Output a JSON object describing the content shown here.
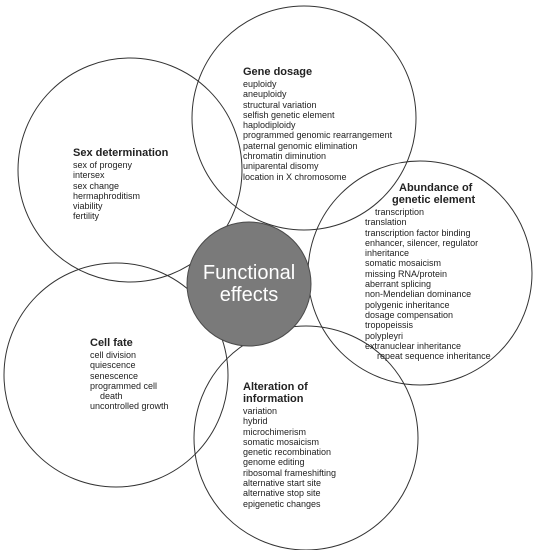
{
  "center": {
    "line1": "Functional",
    "line2": "effects"
  },
  "gene_dosage": {
    "title": "Gene dosage",
    "items": [
      "euploidy",
      "aneuploidy",
      "structural variation",
      "selfish genetic element",
      "haplodiploidy",
      "programmed genomic rearrangement",
      "paternal genomic elimination",
      "chromatin diminution",
      "uniparental disomy",
      "location in X chromosome"
    ]
  },
  "sex_determination": {
    "title": "Sex determination",
    "items": [
      "sex of progeny",
      "intersex",
      "sex change",
      "hermaphroditism",
      "viability",
      "fertility"
    ]
  },
  "abundance": {
    "title_line1": "Abundance of",
    "title_line2": "genetic element",
    "items": [
      "transcription",
      "translation",
      "transcription factor binding",
      "enhancer, silencer, regulator",
      "inheritance",
      "somatic mosaicism",
      "missing RNA/protein",
      "aberrant splicing",
      "non-Mendelian dominance",
      "polygenic inheritance",
      "dosage compensation",
      "tropopeissis",
      "polypleyri",
      "extranuclear inheritance",
      "repeat sequence inheritance"
    ]
  },
  "cell_fate": {
    "title": "Cell fate",
    "items": [
      "cell division",
      "quiescence",
      "senescence",
      "programmed cell",
      "death",
      "uncontrolled growth"
    ]
  },
  "alteration": {
    "title_line1": "Alteration of",
    "title_line2": "information",
    "items": [
      "variation",
      "hybrid",
      "microchimerism",
      "somatic mosaicism",
      "genetic recombination",
      "genome editing",
      "ribosomal frameshifting",
      "alternative start site",
      "alternative stop site",
      "epigenetic changes"
    ]
  }
}
